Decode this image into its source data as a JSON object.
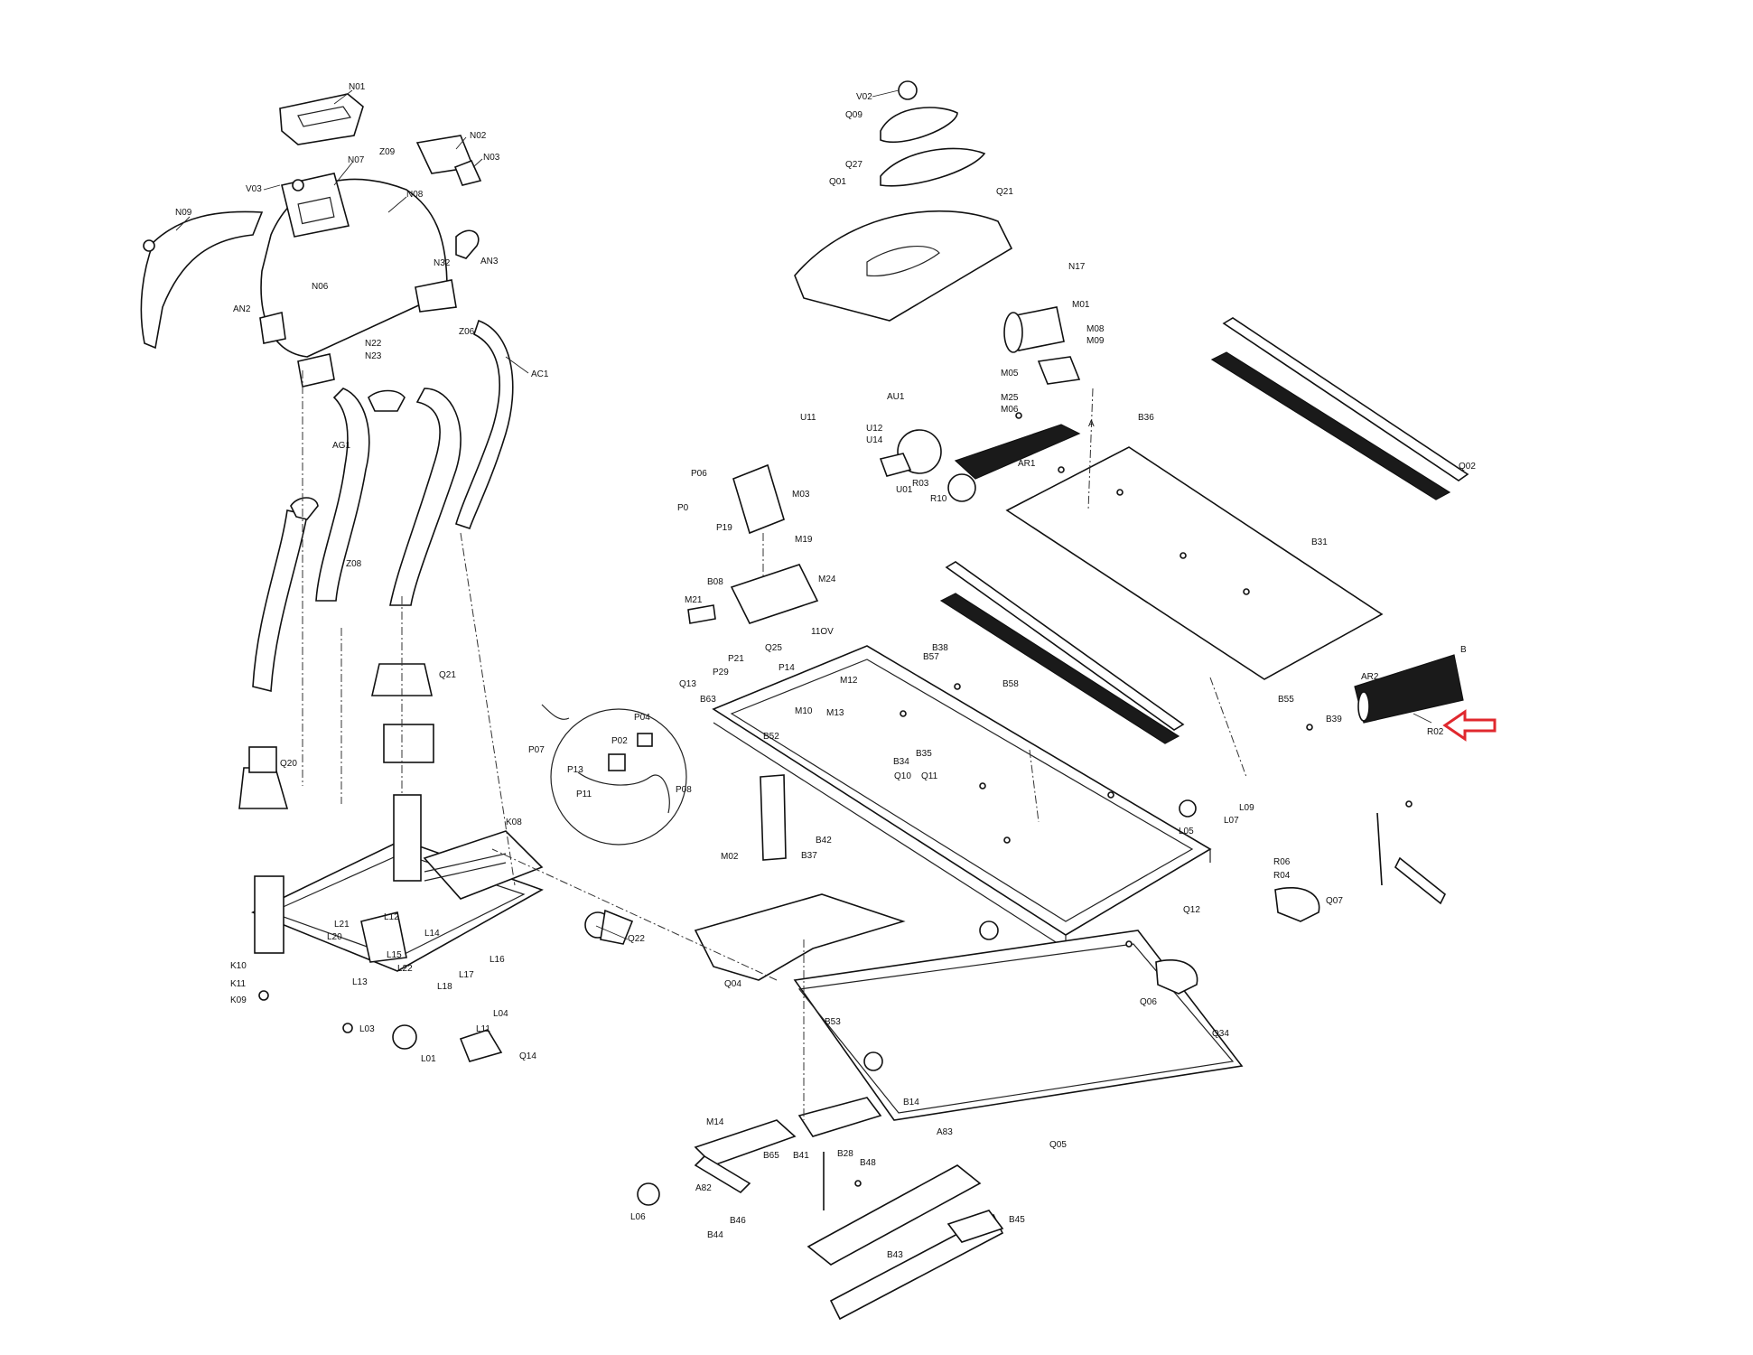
{
  "diagram": {
    "highlight_color": "#e0282e",
    "highlight_icon": "left-arrow-icon",
    "highlighted_part": "R02",
    "labels": [
      "N01",
      "N02",
      "N03",
      "N07",
      "N08",
      "N09",
      "N32",
      "N06",
      "N22",
      "N23",
      "V03",
      "Z09",
      "AN2",
      "AN3",
      "Z06",
      "AC1",
      "AG1",
      "Z08",
      "Q20",
      "Q21",
      "Q22",
      "K08",
      "L12",
      "L14",
      "L15",
      "L16",
      "L17",
      "L18",
      "L20",
      "L21",
      "L22",
      "K10",
      "K11",
      "K09",
      "L13",
      "L01",
      "L03",
      "L04",
      "L11",
      "Q14",
      "V02",
      "Q09",
      "Q27",
      "Q01",
      "Q21",
      "N17",
      "M01",
      "M08",
      "M09",
      "M05",
      "M25",
      "M06",
      "AU1",
      "U11",
      "U12",
      "U14",
      "U01",
      "R03",
      "R10",
      "AR1",
      "A",
      "B36",
      "Q02",
      "B31",
      "P06",
      "M03",
      "P0",
      "P19",
      "M19",
      "B08",
      "M24",
      "M21",
      "11OV",
      "Q25",
      "P21",
      "P29",
      "P14",
      "Q13",
      "B63",
      "M12",
      "M10",
      "M13",
      "B57",
      "B38",
      "B52",
      "P04",
      "P07",
      "P02",
      "P13",
      "P11",
      "P08",
      "B34",
      "B35",
      "Q10",
      "Q11",
      "B58",
      "M02",
      "B42",
      "B37",
      "Q04",
      "AR2",
      "B",
      "B55",
      "B39",
      "R02",
      "L09",
      "L07",
      "L05",
      "R06",
      "R04",
      "Q07",
      "Q12",
      "Q06",
      "Q34",
      "Q05",
      "B53",
      "M14",
      "B65",
      "A82",
      "B41",
      "B28",
      "B48",
      "A83",
      "L06",
      "B44",
      "B46",
      "B43",
      "B45",
      "B14"
    ]
  }
}
